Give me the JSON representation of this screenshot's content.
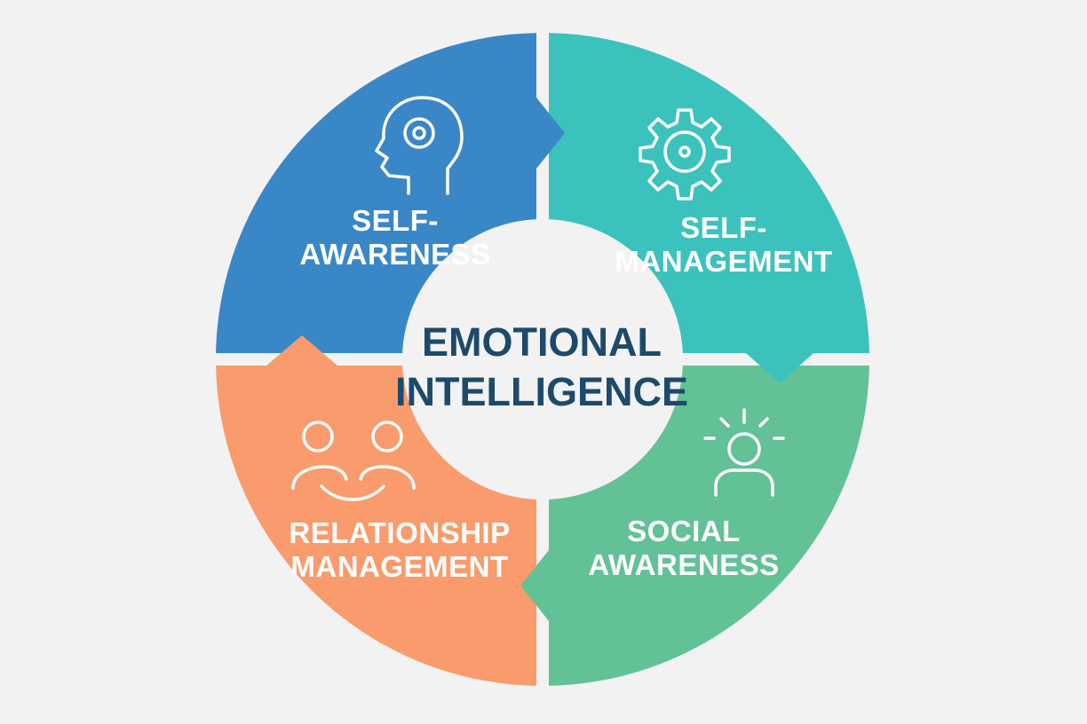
{
  "title": {
    "line1": "EMOTIONAL",
    "line2": "INTELLIGENCE"
  },
  "segments": [
    {
      "id": "self-awareness",
      "line1": "SELF-",
      "line2": "AWARENESS",
      "icon": "head-target-icon",
      "color": "#3a87c8"
    },
    {
      "id": "self-management",
      "line1": "SELF-",
      "line2": "MANAGEMENT",
      "icon": "gear-icon",
      "color": "#3cc2bc"
    },
    {
      "id": "relationship-management",
      "line1": "RELATIONSHIP",
      "line2": "MANAGEMENT",
      "icon": "two-people-smile-icon",
      "color": "#f99b6c"
    },
    {
      "id": "social-awareness",
      "line1": "SOCIAL",
      "line2": "AWARENESS",
      "icon": "person-radiating-icon",
      "color": "#63c196"
    }
  ]
}
